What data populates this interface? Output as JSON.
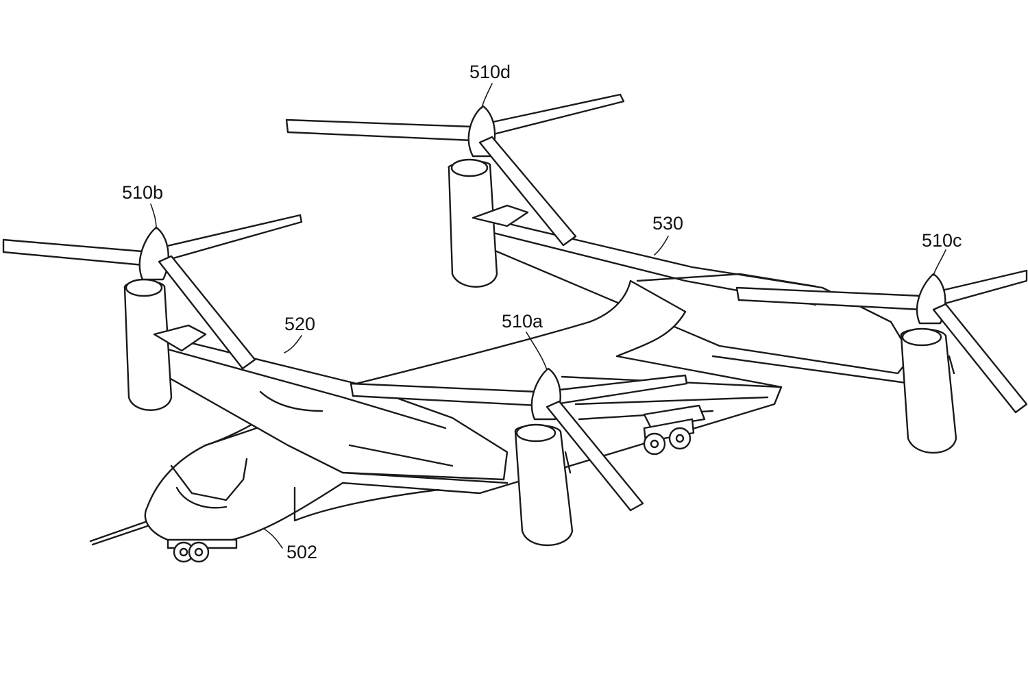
{
  "labels": {
    "fuselage": "502",
    "rotor_a": "510a",
    "rotor_b": "510b",
    "rotor_c": "510c",
    "rotor_d": "510d",
    "front_wing": "520",
    "rear_wing": "530"
  },
  "colors": {
    "line": "#1a1a1a",
    "background": "#ffffff"
  }
}
